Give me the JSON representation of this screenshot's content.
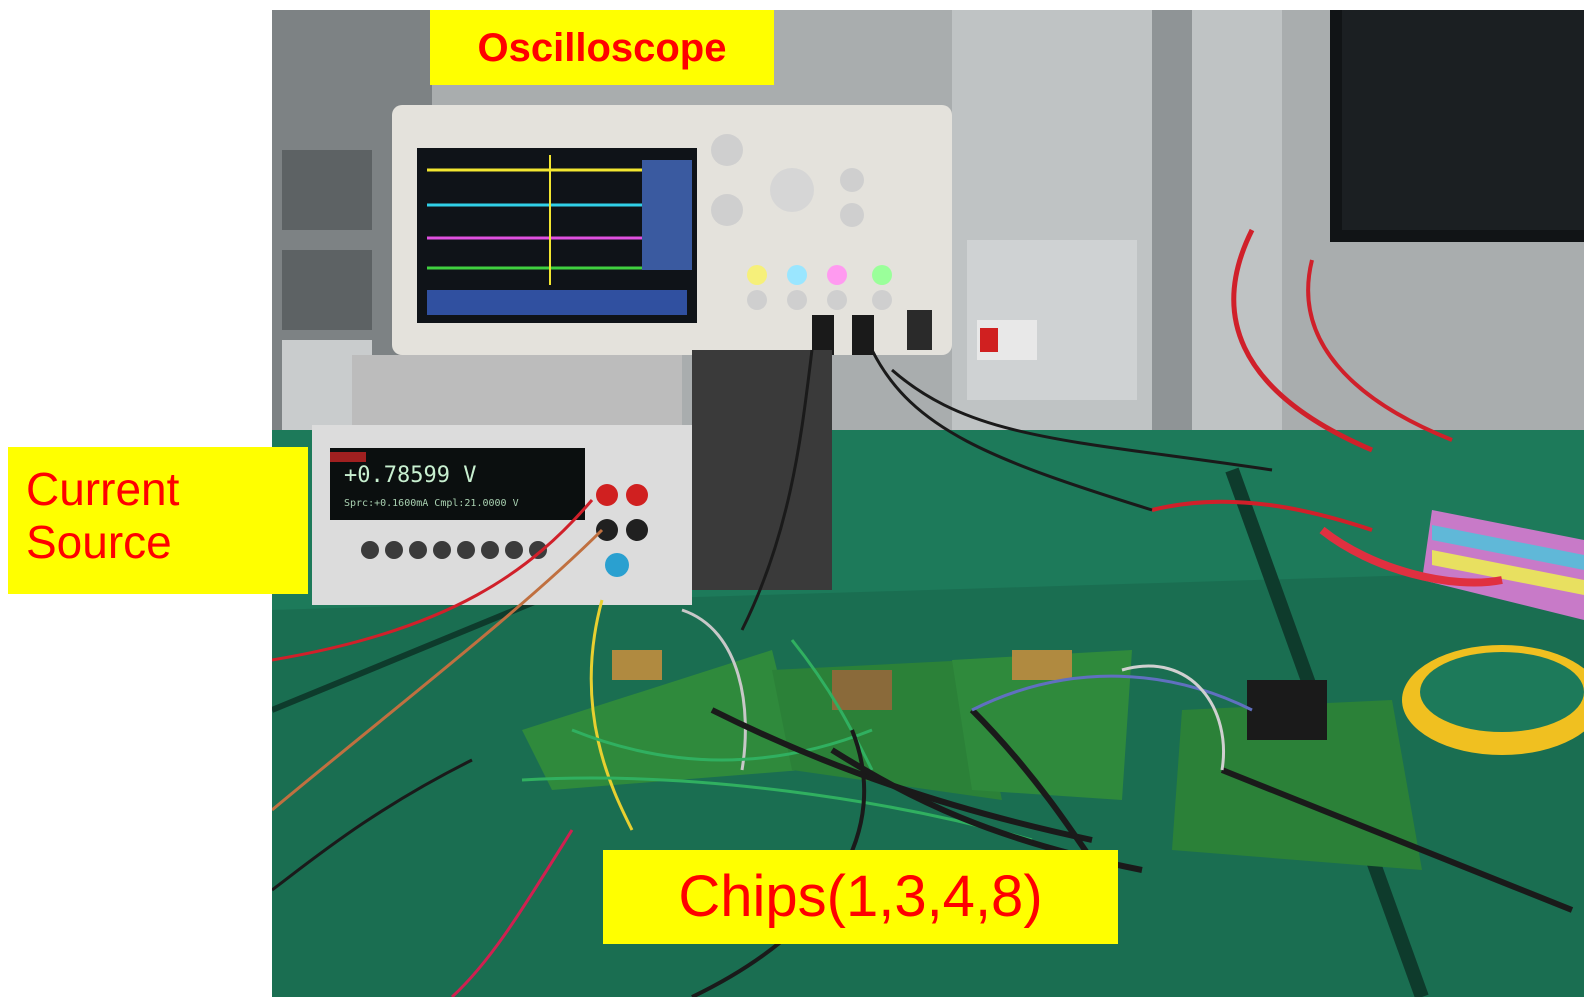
{
  "labels": {
    "oscilloscope": "Oscilloscope",
    "current_source_line1": "Current",
    "current_source_line2": "Source",
    "chips": "Chips(1,3,4,8)"
  },
  "instrument_readouts": {
    "source_meter_main": "+0.78599 V",
    "source_meter_sub": "Sprc:+0.1600mA  Cmpl:21.0000 V"
  },
  "colors": {
    "label_background": "#ffff00",
    "label_text": "#ff0000",
    "bench_mat": "#1d7a5a",
    "trace_yellow": "#f2e630",
    "trace_cyan": "#30d0e8",
    "trace_magenta": "#e050e0",
    "trace_green": "#40d040"
  }
}
